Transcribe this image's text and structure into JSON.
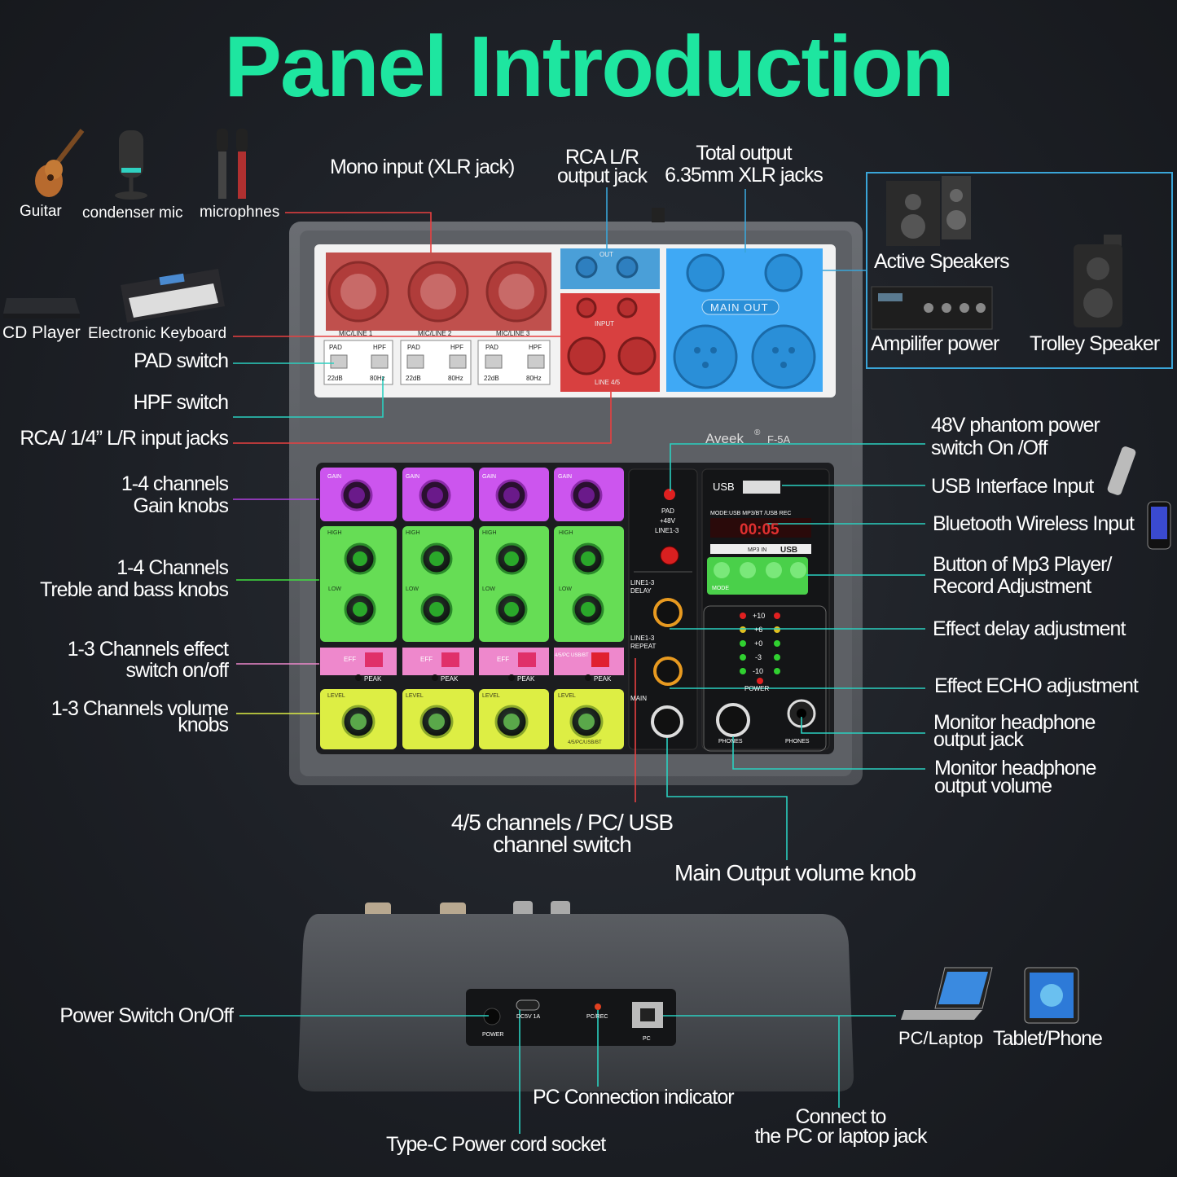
{
  "title": "Panel Introduction",
  "brand": {
    "name": "Aveek",
    "registered": "®",
    "model": "F-5A"
  },
  "sources": {
    "guitar": "Guitar",
    "condenser_mic": "condenser mic",
    "microphones": "microphnes",
    "cd_player": "CD Player",
    "keyboard": "Electronic Keyboard"
  },
  "outputs_devices": {
    "active_speakers": "Active Speakers",
    "amplifier": "Ampilifer power",
    "trolley": "Trolley Speaker"
  },
  "labels": {
    "mono_input": "Mono input (XLR jack)",
    "rca_out_1": "RCA L/R",
    "rca_out_2": "output jack",
    "total_out_1": "Total output",
    "total_out_2": "6.35mm XLR jacks",
    "pad_switch": "PAD switch",
    "hpf_switch": "HPF switch",
    "rca_input": "RCA/ 1/4” L/R input jacks",
    "gain_1": "1-4 channels",
    "gain_2": "Gain knobs",
    "treble_1": "1-4 Channels",
    "treble_2": "Treble and bass knobs",
    "eff_1": "1-3 Channels effect",
    "eff_2": "switch on/off",
    "vol_1": "1-3 Channels volume",
    "vol_2": "knobs",
    "phantom_1": "48V phantom power",
    "phantom_2": "switch On /Off",
    "usb_input": "USB Interface Input",
    "bluetooth": "Bluetooth Wireless Input",
    "mp3_1": "Button of  Mp3 Player/",
    "mp3_2": "Record Adjustment",
    "delay": "Effect delay adjustment",
    "echo": "Effect ECHO adjustment",
    "hp_jack_1": "Monitor headphone",
    "hp_jack_2": "output jack",
    "hp_vol_1": "Monitor headphone",
    "hp_vol_2": "output volume",
    "ch45_1": "4/5 channels / PC/ USB",
    "ch45_2": "channel switch",
    "main_vol": "Main Output volume knob",
    "power_switch": "Power Switch On/Off",
    "pc_laptop": "PC/Laptop",
    "tablet": "Tablet/Phone",
    "pc_indicator": "PC Connection indicator",
    "type_c": "Type-C Power cord socket",
    "connect_1": "Connect to",
    "connect_2": "the PC or laptop jack"
  },
  "panel": {
    "mic_lines": [
      "MIC/LINE 1",
      "MIC/LINE 2",
      "MIC/LINE 3"
    ],
    "pad": "PAD",
    "hpf": "HPF",
    "db": "22dB",
    "hz": "80Hz",
    "out": "OUT",
    "input": "INPUT",
    "line45": "LINE 4/5",
    "main_out": "MAIN OUT",
    "gain": "GAIN",
    "high": "HIGH",
    "low": "LOW",
    "eff": "EFF",
    "peak": "PEAK",
    "level": "LEVEL",
    "sw45": "4/5/PC USB/BT",
    "lvl45": "4/5/PC/USB/BT",
    "pad48_1": "PAD",
    "pad48_2": "+48V",
    "pad48_3": "LINE1-3",
    "delay_1": "LINE1-3",
    "delay_2": "DELAY",
    "repeat_1": "LINE1-3",
    "repeat_2": "REPEAT",
    "main": "MAIN",
    "usb": "USB",
    "mode_line": "MODE:USB MP3/BT /USB REC",
    "display": "00:05",
    "mp3in": "MP3 IN",
    "usb_badge": "USB",
    "mode_btn": "MODE",
    "meter": [
      "+10",
      "+6",
      "+0",
      "-3",
      "-10"
    ],
    "power": "POWER",
    "phones": "PHONES",
    "back_power": "POWER",
    "back_dc": "DC5V 1A",
    "back_pcrec": "PC/REC",
    "back_pc": "PC"
  },
  "colors": {
    "title": "#1ee6a0",
    "mic_red": "#c0504d",
    "rca_blue": "#4a9fd8",
    "main_out_blue": "#3fa9f5",
    "gain_purple": "#cc55ee",
    "eq_green": "#66dd55",
    "eff_pink": "#ee88cc",
    "level_yellow": "#ddee44"
  }
}
